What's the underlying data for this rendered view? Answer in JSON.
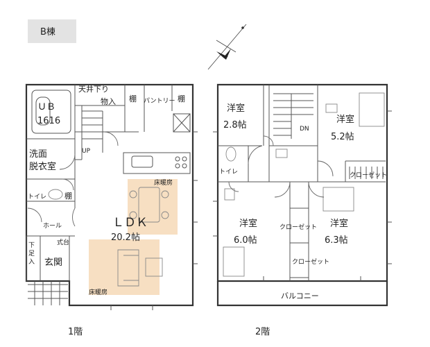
{
  "building_label": "B棟",
  "colors": {
    "badge_bg": "#e3e3e3",
    "wall": "#333333",
    "floor_heating": "#f6d9b7"
  },
  "floor1": {
    "caption": "1階",
    "rooms": {
      "ub": "ＵＢ",
      "ub_size": "1616",
      "attic_storage": "天井下り",
      "storage": "物入",
      "shelf_a": "棚",
      "pantry": "パントリー",
      "shelf_b": "棚",
      "washroom_1": "洗面",
      "washroom_2": "脱衣室",
      "toilet": "トイレ",
      "shelf_c": "棚",
      "hall": "ホール",
      "shoe_1": "下",
      "shoe_2": "足",
      "shoe_3": "入",
      "step": "式台",
      "entrance": "玄関",
      "ldk": "ＬＤＫ",
      "ldk_size": "20.2帖",
      "floor_heat_a": "床暖房",
      "floor_heat_b": "床暖房",
      "stair_up": "UP"
    }
  },
  "floor2": {
    "caption": "2階",
    "rooms": {
      "western_a": "洋室",
      "western_a_size": "2.8帖",
      "western_b": "洋室",
      "western_b_size": "5.2帖",
      "stair_down": "DN",
      "toilet": "トイレ",
      "closet_a": "クローゼット",
      "western_c": "洋室",
      "western_c_size": "6.0帖",
      "closet_b": "クローゼット",
      "western_d": "洋室",
      "western_d_size": "6.3帖",
      "closet_c": "クローゼット",
      "balcony": "バルコニー"
    }
  }
}
